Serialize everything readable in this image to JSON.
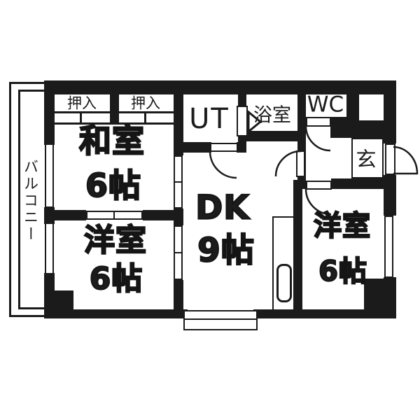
{
  "floorplan": {
    "balcony_label": "バルコニー",
    "closet_left_label": "押入",
    "closet_right_label": "押入",
    "utility_label": "UT",
    "bath_label": "浴室",
    "toilet_label": "WC",
    "entrance_label": "玄",
    "rooms": {
      "washitsu": {
        "name": "和室",
        "size": "6帖"
      },
      "western_left": {
        "name": "洋室",
        "size": "6帖"
      },
      "dk": {
        "name": "DK",
        "size": "9帖"
      },
      "western_right": {
        "name": "洋室",
        "size": "6帖"
      }
    },
    "colors": {
      "wall": "#1b1b1b",
      "background": "#ffffff"
    }
  }
}
